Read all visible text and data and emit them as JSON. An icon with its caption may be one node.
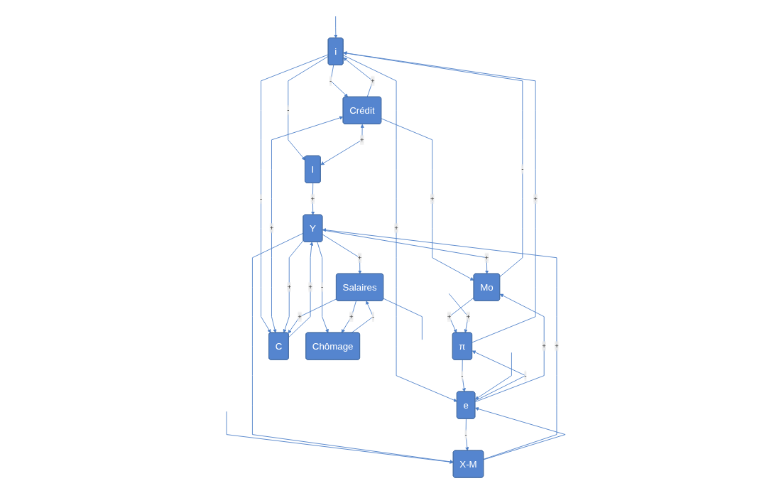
{
  "diagram": {
    "nodes": [
      {
        "text": [
          "i"
        ]
      },
      {
        "text": [
          "I"
        ]
      },
      {
        "text": [
          "π"
        ]
      },
      {
        "text": [
          "Crédit"
        ]
      },
      {
        "text": [
          "Mo"
        ]
      },
      {
        "text": [
          "Y"
        ]
      },
      {
        "text": [
          "X-M"
        ]
      },
      {
        "text": [
          "e"
        ]
      },
      {
        "text": [
          "C"
        ]
      },
      {
        "text": [
          "Salaires"
        ]
      },
      {
        "text": [
          "Chômage"
        ]
      }
    ],
    "edges": [
      {
        "from": null,
        "to": 0,
        "arrow": "to"
      },
      {
        "from": 2,
        "to": 0,
        "arrow": "to",
        "label": "+"
      },
      {
        "from": 0,
        "to": 1,
        "arrow": "to",
        "label": "-"
      },
      {
        "from": 0,
        "to": 8,
        "arrow": "to",
        "label": "-"
      },
      {
        "from": 3,
        "to": 0,
        "arrow": "to",
        "label": "+"
      },
      {
        "from": 0,
        "to": 3,
        "arrow": "to",
        "label": "-"
      },
      {
        "from": 4,
        "to": 0,
        "arrow": "to",
        "label": "-"
      },
      {
        "from": 3,
        "to": 1,
        "arrow": "both",
        "label": "+"
      },
      {
        "from": 0,
        "to": 7,
        "arrow": "to",
        "label": "+"
      },
      {
        "from": 1,
        "to": 5,
        "arrow": "to",
        "label": "+"
      },
      {
        "from": 4,
        "to": 2,
        "arrow": "to",
        "label": "+"
      },
      {
        "from": null,
        "to": 6,
        "arrow": "to"
      },
      {
        "from": 7,
        "to": 2,
        "arrow": "to",
        "label": "-"
      },
      {
        "from": 2,
        "to": 7,
        "arrow": "to",
        "label": "-"
      },
      {
        "from": 3,
        "to": 4,
        "arrow": "to",
        "label": "+"
      },
      {
        "from": 5,
        "to": 4,
        "arrow": "to",
        "label": "+"
      },
      {
        "from": 5,
        "to": 6,
        "arrow": "to"
      },
      {
        "from": 6,
        "to": 5,
        "arrow": "to",
        "label": "+"
      },
      {
        "from": 6,
        "to": 7,
        "arrow": "to"
      },
      {
        "from": 7,
        "to": 6,
        "arrow": "to",
        "label": "-"
      },
      {
        "from": null,
        "to": 7,
        "arrow": "to"
      },
      {
        "from": 7,
        "to": 4,
        "arrow": "to",
        "label": "+"
      },
      {
        "from": 3,
        "to": 8,
        "arrow": "both",
        "label": "+"
      },
      {
        "from": 5,
        "to": 8,
        "arrow": "to",
        "label": "+"
      },
      {
        "from": 8,
        "to": 5,
        "arrow": "to",
        "label": "+"
      },
      {
        "from": 5,
        "to": 9,
        "arrow": "to",
        "label": "+"
      },
      {
        "from": 5,
        "to": 10,
        "arrow": "to",
        "label": "-"
      },
      {
        "from": 9,
        "to": 10,
        "arrow": "to",
        "label": "+"
      },
      {
        "from": 10,
        "to": 9,
        "arrow": "to",
        "label": "-"
      },
      {
        "from": 9,
        "to": 8,
        "arrow": "to",
        "label": "+"
      },
      {
        "from": null,
        "to": 2,
        "arrow": "to",
        "label": "+"
      },
      {
        "from": 9,
        "to": null,
        "arrow": "none"
      }
    ]
  }
}
